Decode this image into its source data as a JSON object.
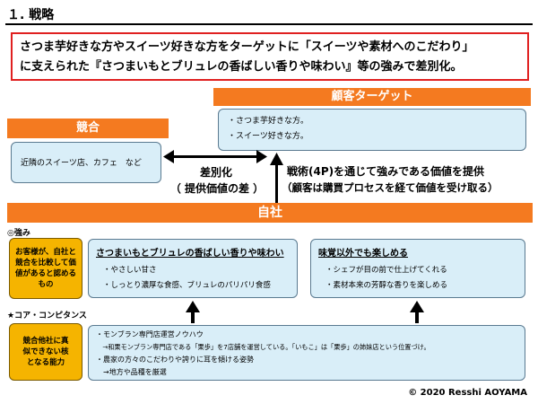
{
  "title": "１. 戦略",
  "hero": {
    "line1": "さつま芋好きな方やスイーツ好きな方をターゲットに「スイーツや素材へのこだわり」",
    "line2": "に支えられた『さつまいもとブリュレの香ばしい香りや味わい』等の強みで差別化。"
  },
  "target": {
    "header": "顧客ターゲット",
    "items": [
      "・さつま芋好きな方。",
      "・スイーツ好きな方。"
    ]
  },
  "competition": {
    "header": "競合",
    "content": "近隣のスイーツ店、カフェ　など"
  },
  "differentiation": {
    "line1": "差別化",
    "line2": "（ 提供価値の差 ）"
  },
  "tactics": {
    "line1": "戦術(4P)を通じて強みである価値を提供",
    "line2": "（顧客は購買プロセスを経て価値を受け取る）"
  },
  "company": {
    "header": "自社"
  },
  "strengths": {
    "label": "◎強み",
    "side": "お客様が、自社と競合を比較して価値があると認めるもの",
    "left": {
      "title": "さつまいもとブリュレの香ばしい香りや味わい",
      "items": [
        "・やさしい甘さ",
        "・しっとり濃厚な食感、ブリュレのパリパリ食感"
      ]
    },
    "right": {
      "title": "味覚以外でも楽しめる",
      "items": [
        "・シェフが目の前で仕上げてくれる",
        "・素材本来の芳醇な香りを楽しめる"
      ]
    }
  },
  "core": {
    "label": "★コア・コンピタンス",
    "side": "競合他社に真似できない核となる能力",
    "items": [
      "・モンブラン専門店運営ノウハウ",
      "　→和栗モンブラン専門店である「栗歩」を7店舗を運営している。「いもこ」は「栗歩」の姉妹店という位置づけ。",
      "・農家の方々のこだわりや誇りに耳を傾ける姿勢",
      "　→地方や品種を厳選"
    ]
  },
  "copyright": "© 2020 Resshi AOYAMA",
  "colors": {
    "orange": "#f47a20",
    "blue_box": "#d9eef8",
    "gold": "#f5b400",
    "red_border": "#e02020"
  }
}
